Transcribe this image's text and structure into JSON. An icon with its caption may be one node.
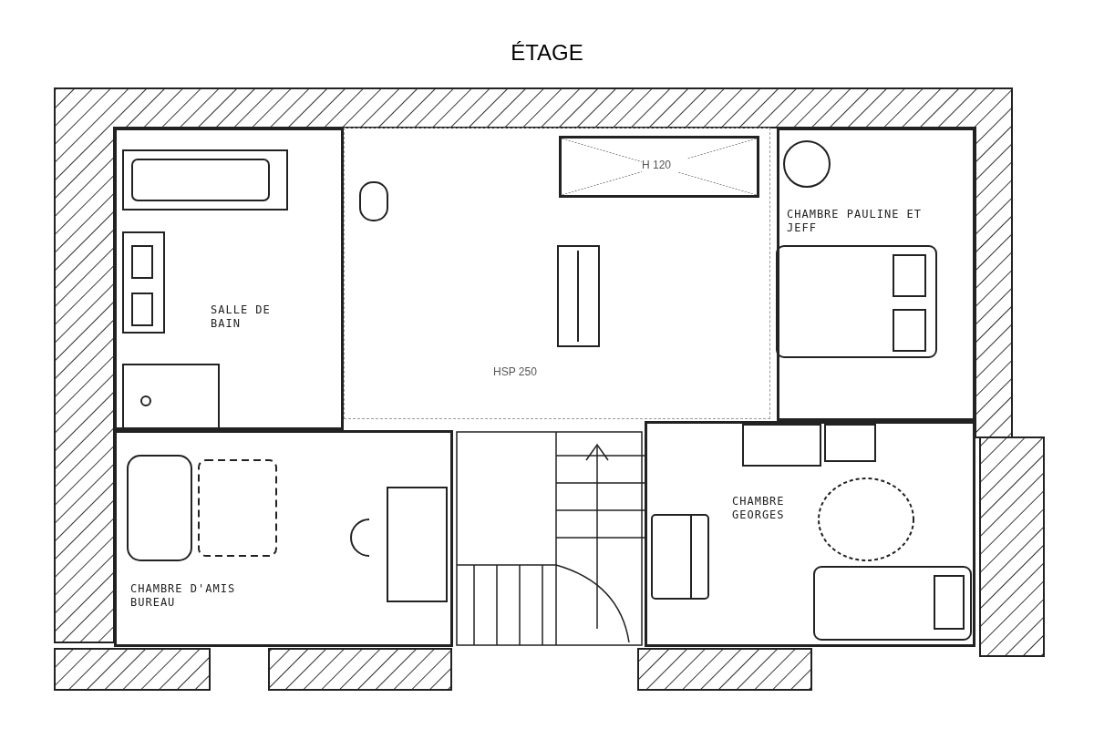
{
  "diagram": {
    "title": "ÉTAGE",
    "nodes": [
      {
        "text": [
          "SALLE DE BAIN"
        ]
      },
      {
        "text": [
          "HSP 250"
        ]
      },
      {
        "text": [
          "H 120"
        ],
        "in": 1
      },
      {
        "text": [
          "CHAMBRE PAULINE ET JEFF"
        ]
      },
      {
        "text": [
          "CHAMBRE GEORGES"
        ]
      },
      {
        "text": [
          "CHAMBRE D'AMIS BUREAU"
        ]
      }
    ]
  }
}
